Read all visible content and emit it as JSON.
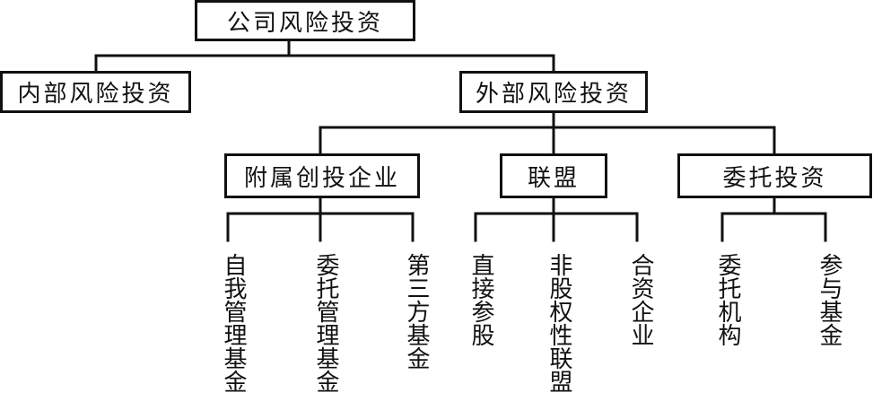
{
  "root": {
    "label": "公司风险投资"
  },
  "level1": {
    "internal": "内部风险投资",
    "external": "外部风险投资"
  },
  "level2": {
    "affiliated": "附属创投企业",
    "alliance": "联盟",
    "entrusted": "委托投资"
  },
  "leaves": {
    "self_managed_fund": "自我管理基金",
    "entrusted_managed_fund": "委托管理基金",
    "third_party_fund": "第三方基金",
    "direct_participation": "直接参股",
    "non_equity_alliance": "非股权性联盟",
    "joint_venture": "合资企业",
    "entrusted_institution": "委托机构",
    "participate_fund": "参与基金"
  },
  "colors": {
    "line": "#111111",
    "box_border": "#111111",
    "background": "#ffffff"
  }
}
